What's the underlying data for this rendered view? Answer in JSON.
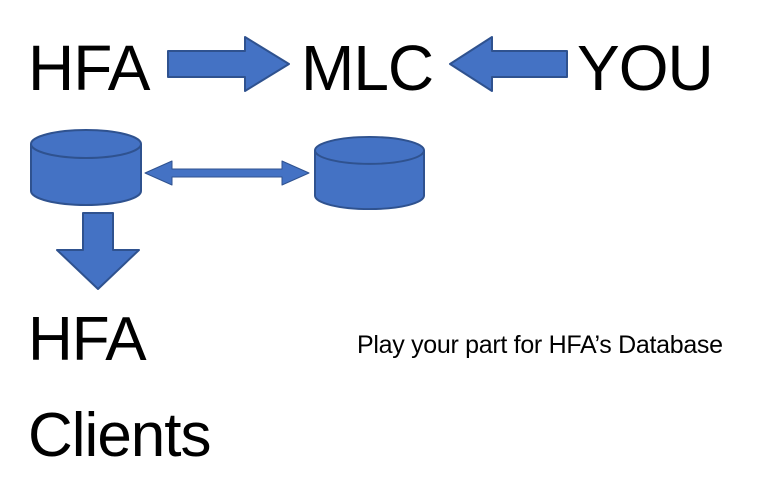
{
  "slide": {
    "top_row": {
      "hfa": "HFA",
      "mlc": "MLC",
      "you": "YOU"
    },
    "clients": {
      "line1": "HFA",
      "line2": "Clients"
    },
    "tagline": "Play your part for HFA’s Database",
    "icons": {
      "hfa_to_mlc": "right-block-arrow",
      "you_to_mlc": "left-block-arrow",
      "db_sync": "double-headed-arrow",
      "db_to_clients": "down-block-arrow",
      "hfa_database": "database-cylinder",
      "mlc_database": "database-cylinder"
    },
    "colors": {
      "shape_fill": "#4472C4",
      "shape_outline": "#2F528F",
      "text": "#000000",
      "background": "#FFFFFF"
    }
  }
}
